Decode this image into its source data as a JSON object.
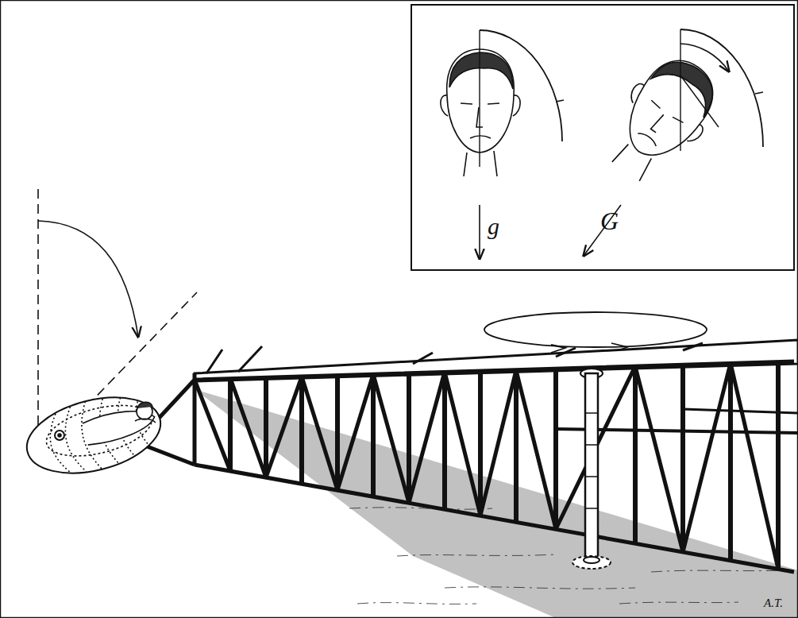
{
  "diagram": {
    "labels": [
      "g",
      "G",
      "A.T."
    ]
  }
}
